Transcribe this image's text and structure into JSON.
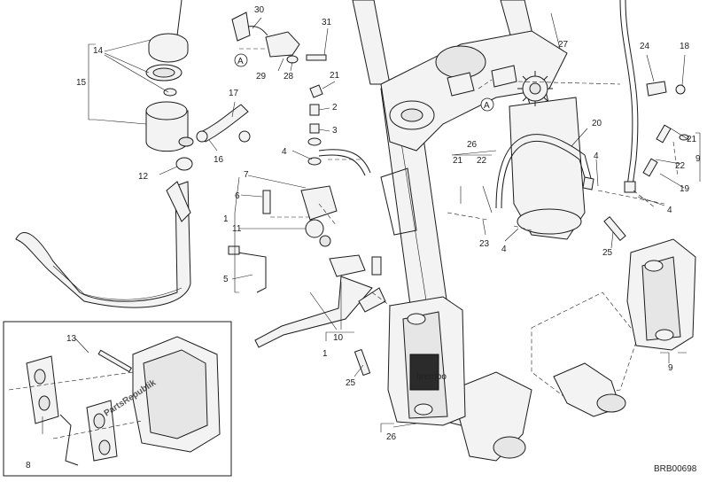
{
  "diagram": {
    "code": "BRB00698",
    "reference_mark": "A",
    "watermark": "PartsRepublik",
    "callouts": [
      "1",
      "2",
      "3",
      "4",
      "5",
      "6",
      "7",
      "8",
      "9",
      "10",
      "11",
      "12",
      "13",
      "14",
      "15",
      "16",
      "17",
      "18",
      "19",
      "20",
      "21",
      "22",
      "23",
      "24",
      "25",
      "26",
      "27",
      "28",
      "29",
      "30",
      "31"
    ]
  },
  "colors": {
    "line": "#1b1b1b",
    "fill": "#f3f3f3",
    "watermark": "#c8c8c8"
  }
}
